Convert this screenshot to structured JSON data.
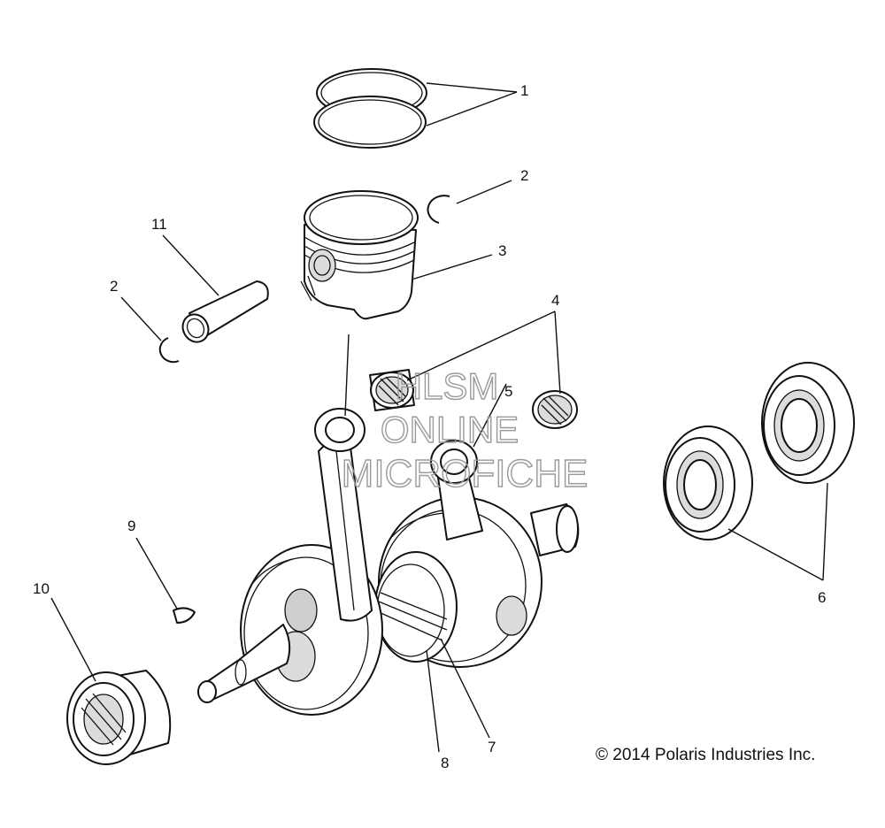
{
  "callouts": {
    "c1": "1",
    "c2a": "2",
    "c2b": "2",
    "c3": "3",
    "c4": "4",
    "c5": "5",
    "c6": "6",
    "c7": "7",
    "c8": "8",
    "c9": "9",
    "c10": "10",
    "c11": "11"
  },
  "watermark": {
    "line1": "HLSM",
    "line2": "ONLINE",
    "line3": "MICROFICHE"
  },
  "copyright": "© 2014 Polaris Industries Inc."
}
